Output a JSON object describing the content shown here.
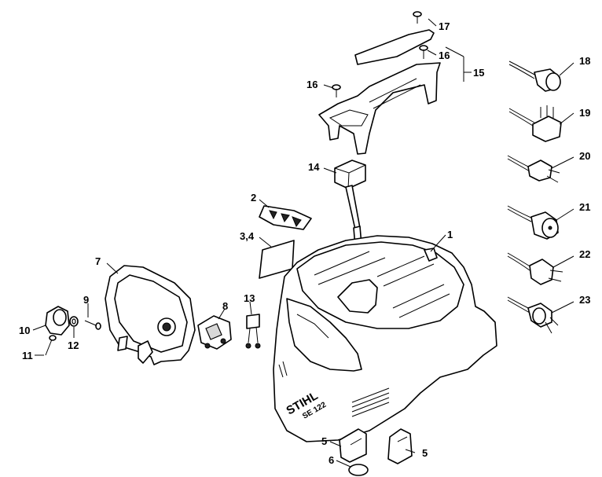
{
  "callouts": {
    "c1": "1",
    "c2": "2",
    "c3_4": "3,4",
    "c5a": "5",
    "c5b": "5",
    "c6": "6",
    "c7": "7",
    "c8": "8",
    "c9": "9",
    "c10": "10",
    "c11": "11",
    "c12": "12",
    "c13": "13",
    "c14": "14",
    "c15": "15",
    "c16a": "16",
    "c16b": "16",
    "c17": "17",
    "c18": "18",
    "c19": "19",
    "c20": "20",
    "c21": "21",
    "c22": "22",
    "c23": "23"
  },
  "housing": {
    "brand": "STIHL",
    "model": "SE 122"
  }
}
